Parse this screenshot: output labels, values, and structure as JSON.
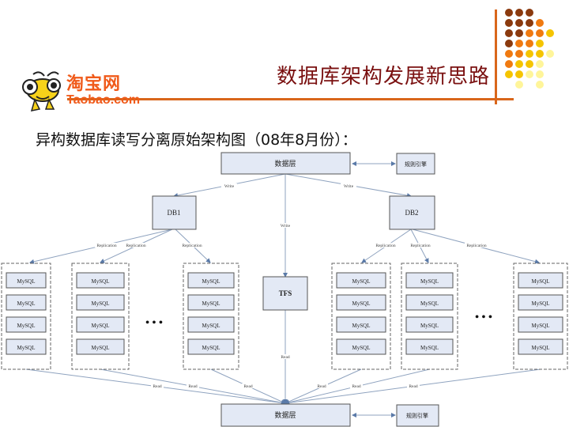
{
  "slide": {
    "title": "数据库架构发展新思路",
    "subtitle": "异构数据库读写分离原始架构图（08年8月份）：",
    "logo": {
      "chinese": "淘宝网",
      "english": "Taobao.com",
      "icon": "ant-mascot-icon"
    },
    "colors": {
      "accent": "#d9661b",
      "title": "#7a1010",
      "box_fill": "#e3e9f5",
      "edge": "#8fa3bf"
    },
    "dot_grid_colors": [
      "#8b3a0e",
      "#f07a10",
      "#f5c400",
      "#fff59a"
    ]
  },
  "diagram": {
    "top_data_layer": "数据层",
    "bottom_data_layer": "数据层",
    "rule_engine_top": "规则引擎",
    "rule_engine_bottom": "规则引擎",
    "db1": "DB1",
    "db2": "DB2",
    "tfs": "TFS",
    "node_label": "MySQL",
    "ellipsis": "• • •",
    "edge_labels": {
      "write": "Write",
      "replication": "Replication",
      "read": "Read"
    }
  }
}
